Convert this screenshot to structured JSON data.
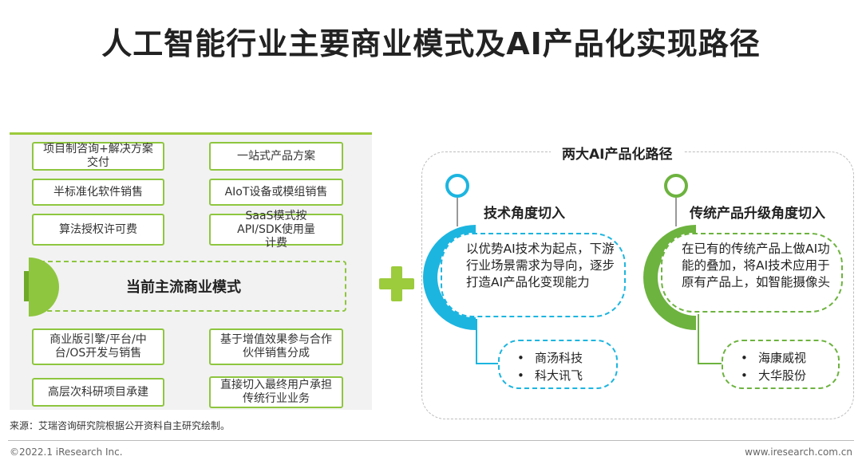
{
  "title": "人工智能行业主要商业模式及AI产品化实现路径",
  "left": {
    "center_label": "当前主流商业模式",
    "models_top": [
      "项目制咨询+解决方案交付",
      "一站式产品方案",
      "半标准化软件销售",
      "AIoT设备或模组销售",
      "算法授权许可费",
      "SaaS模式按API/SDK使用量计费"
    ],
    "models_bottom": [
      "商业版引擎/平台/中台/OS开发与销售",
      "基于增值效果参与合作伙伴销售分成",
      "高层次科研项目承建",
      "直接切入最终用户承担传统行业业务"
    ]
  },
  "right": {
    "title": "两大AI产品化路径",
    "routes": [
      {
        "title": "技术角度切入",
        "desc": "以优势AI技术为起点，下游行业场景需求为导向，逐步打造AI产品化变现能力",
        "companies": [
          "商汤科技",
          "科大讯飞"
        ]
      },
      {
        "title": "传统产品升级角度切入",
        "desc": "在已有的传统产品上做AI功能的叠加，将AI技术应用于原有产品上，如智能摄像头",
        "companies": [
          "海康威视",
          "大华股份"
        ]
      }
    ]
  },
  "source": "来源：艾瑞咨询研究院根据公开资料自主研究绘制。",
  "footer": {
    "copyright": "©2022.1 iResearch Inc.",
    "website": "www.iresearch.com.cn"
  },
  "colors": {
    "green": "#8ec63f",
    "blue": "#1cb5e0",
    "panel": "#f2f2f2"
  }
}
